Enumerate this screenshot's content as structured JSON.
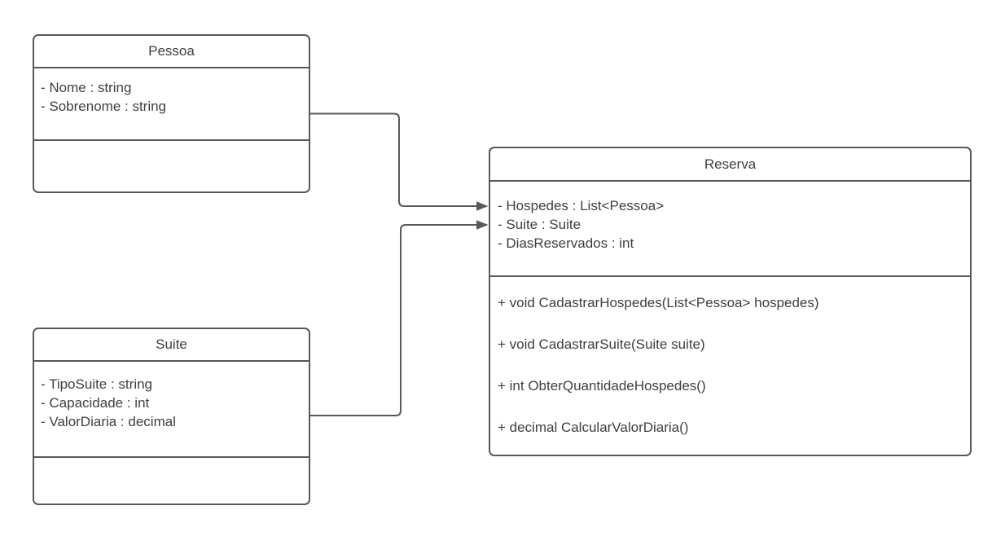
{
  "diagram": {
    "type": "uml-class-diagram",
    "colors": {
      "stroke": "#595959",
      "text": "#3f3f3f",
      "background": "#ffffff"
    },
    "classes": [
      {
        "id": "pessoa",
        "title": "Pessoa",
        "attributes": [
          "- Nome : string",
          "- Sobrenome : string"
        ],
        "methods": []
      },
      {
        "id": "suite",
        "title": "Suite",
        "attributes": [
          "- TipoSuite : string",
          "- Capacidade : int",
          "- ValorDiaria : decimal"
        ],
        "methods": []
      },
      {
        "id": "reserva",
        "title": "Reserva",
        "attributes": [
          "- Hospedes : List<Pessoa>",
          "- Suite : Suite",
          "- DiasReservados : int"
        ],
        "methods": [
          "+ void CadastrarHospedes(List<Pessoa> hospedes)",
          "+ void CadastrarSuite(Suite suite)",
          "+ int ObterQuantidadeHospedes()",
          "+ decimal CalcularValorDiaria()"
        ]
      }
    ],
    "connectors": [
      {
        "from": "Pessoa",
        "to": "Reserva",
        "style": "orthogonal-arrow"
      },
      {
        "from": "Suite",
        "to": "Reserva",
        "style": "orthogonal-arrow"
      }
    ]
  }
}
